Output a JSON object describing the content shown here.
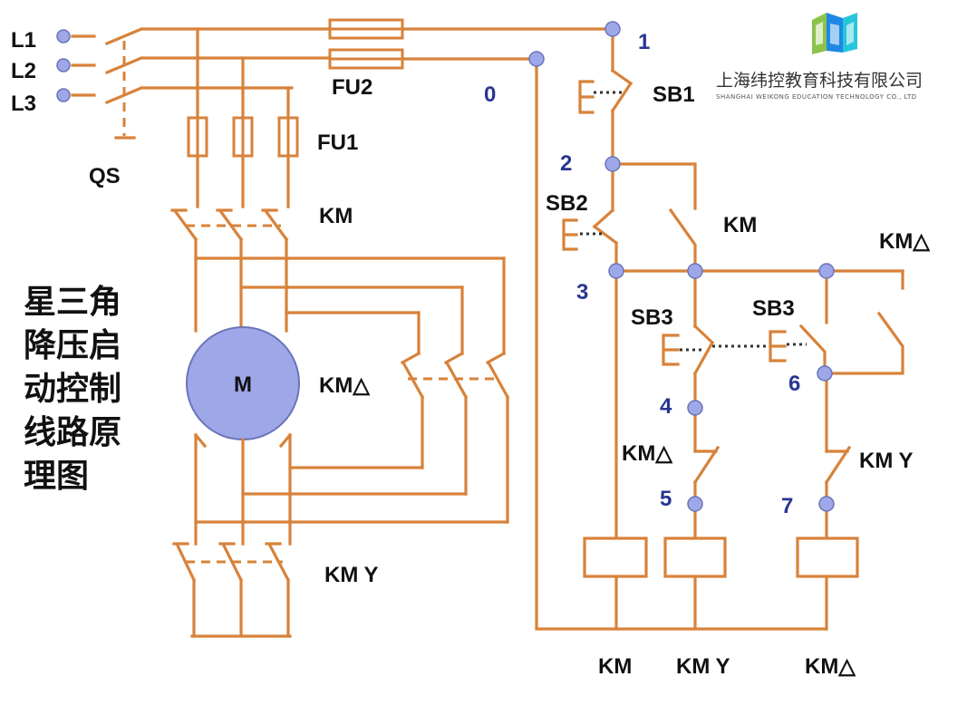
{
  "diagram": {
    "title_lines": [
      "星三角",
      "降压启",
      "动控制",
      "线路原",
      "理图"
    ],
    "phases": [
      "L1",
      "L2",
      "L3"
    ],
    "power_labels": {
      "qs": "QS",
      "fu1": "FU1",
      "fu2": "FU2",
      "km_main": "KM",
      "km_delta": "KM△",
      "km_y": "KM Y",
      "motor": "M"
    },
    "control_labels": {
      "sb1": "SB1",
      "sb2": "SB2",
      "sb3_left": "SB3",
      "sb3_right": "SB3",
      "km_hold": "KM",
      "km_delta_hold": "KM△",
      "km_delta_interlock": "KM△",
      "km_y_interlock": "KM Y"
    },
    "node_numbers": [
      "0",
      "1",
      "2",
      "3",
      "4",
      "5",
      "6",
      "7"
    ],
    "coil_labels": [
      "KM",
      "KM Y",
      "KM△"
    ]
  },
  "logo": {
    "company_cn": "上海纬控教育科技有限公司",
    "company_en": "SHANGHAI WEIKONG EDUCATION TECHNOLOGY CO., LTD",
    "colors": [
      "#8bc34a",
      "#1565c0",
      "#26c6da"
    ]
  },
  "colors": {
    "wire": "#d8823a",
    "node": "#9ea7e8",
    "number": "#283593"
  }
}
